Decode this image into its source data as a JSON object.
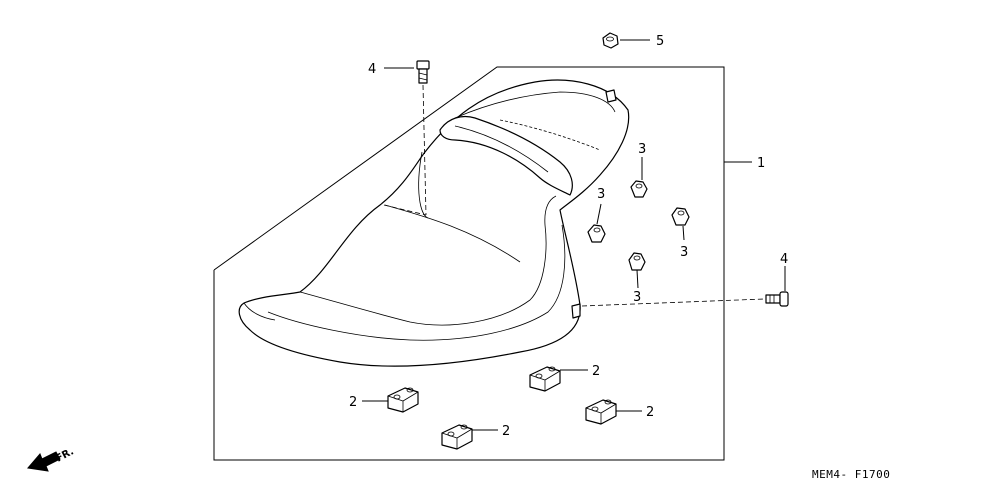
{
  "callouts": {
    "c_1": "1",
    "c_2a": "2",
    "c_2b": "2",
    "c_2c": "2",
    "c_2d": "2",
    "c_3a": "3",
    "c_3b": "3",
    "c_3c": "3",
    "c_3d": "3",
    "c_4_top": "4",
    "c_4_right": "4",
    "c_5": "5"
  },
  "direction_label": "FR.",
  "drawing_code": "MEM4- F1700",
  "colors": {
    "ink": "#000000",
    "paper": "#ffffff"
  }
}
